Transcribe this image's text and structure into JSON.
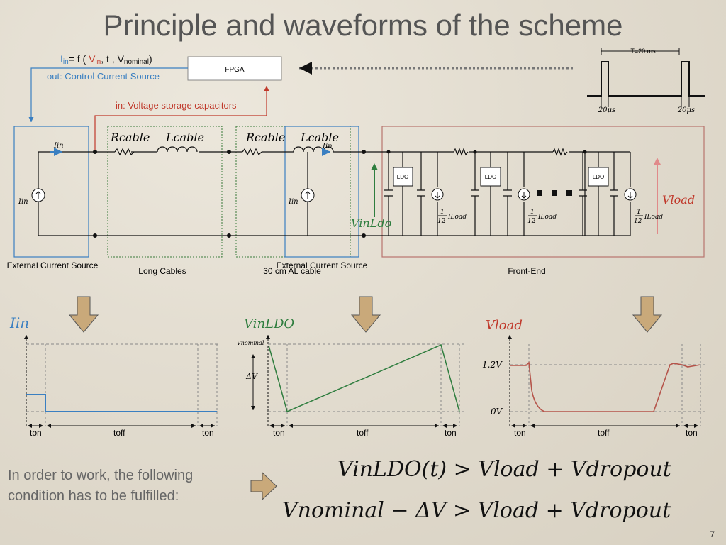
{
  "title": "Principle and waveforms of the scheme",
  "formula": {
    "iin": "I",
    "iin_sub": "in",
    "eq": "= f (",
    "vin": "V",
    "vin_sub": "in",
    "mid": ", t , V",
    "nominal": "nominal",
    "close": ")"
  },
  "fpga_label": "FPGA",
  "out_label": "out: Control Current Source",
  "in_label": "in: Voltage storage capacitors",
  "pulse": {
    "period": "T=20 ms",
    "width_left": "20μs",
    "width_right": "20μs"
  },
  "circuit": {
    "rcable": "Rcable",
    "lcable": "Lcable",
    "iin": "Iin",
    "vinldo": "VinLdo",
    "vload": "Vload",
    "ldo": "LDO",
    "iload_num": "1",
    "iload_den": "12",
    "iload": "ILoad"
  },
  "blocks": {
    "ext_source_1": "External Current Source",
    "long_cables": "Long Cables",
    "al_cable": "30 cm AL cable",
    "ext_source_2": "External Current Source",
    "front_end": "Front-End"
  },
  "waveforms": {
    "iin_title": "Iin",
    "vinldo_title": "VinLDO",
    "vload_title": "Vload",
    "vnominal": "Vnominal",
    "delta_v": "ΔV",
    "v12": "1.2V",
    "v0": "0V",
    "t_on": "ton",
    "t_off": "toff"
  },
  "condition_text": "In order to work, the following condition has to be fulfilled:",
  "equation_1": "VinLDO(t) > Vload + Vdropout",
  "equation_2": "Vnominal − ΔV > Vload + Vdropout",
  "page_number": "7",
  "colors": {
    "blue": "#3a7fc1",
    "red": "#c0392b",
    "green": "#2e7d3e",
    "arrow_fill": "#c9a97a",
    "frontend_border": "#b8746e"
  }
}
